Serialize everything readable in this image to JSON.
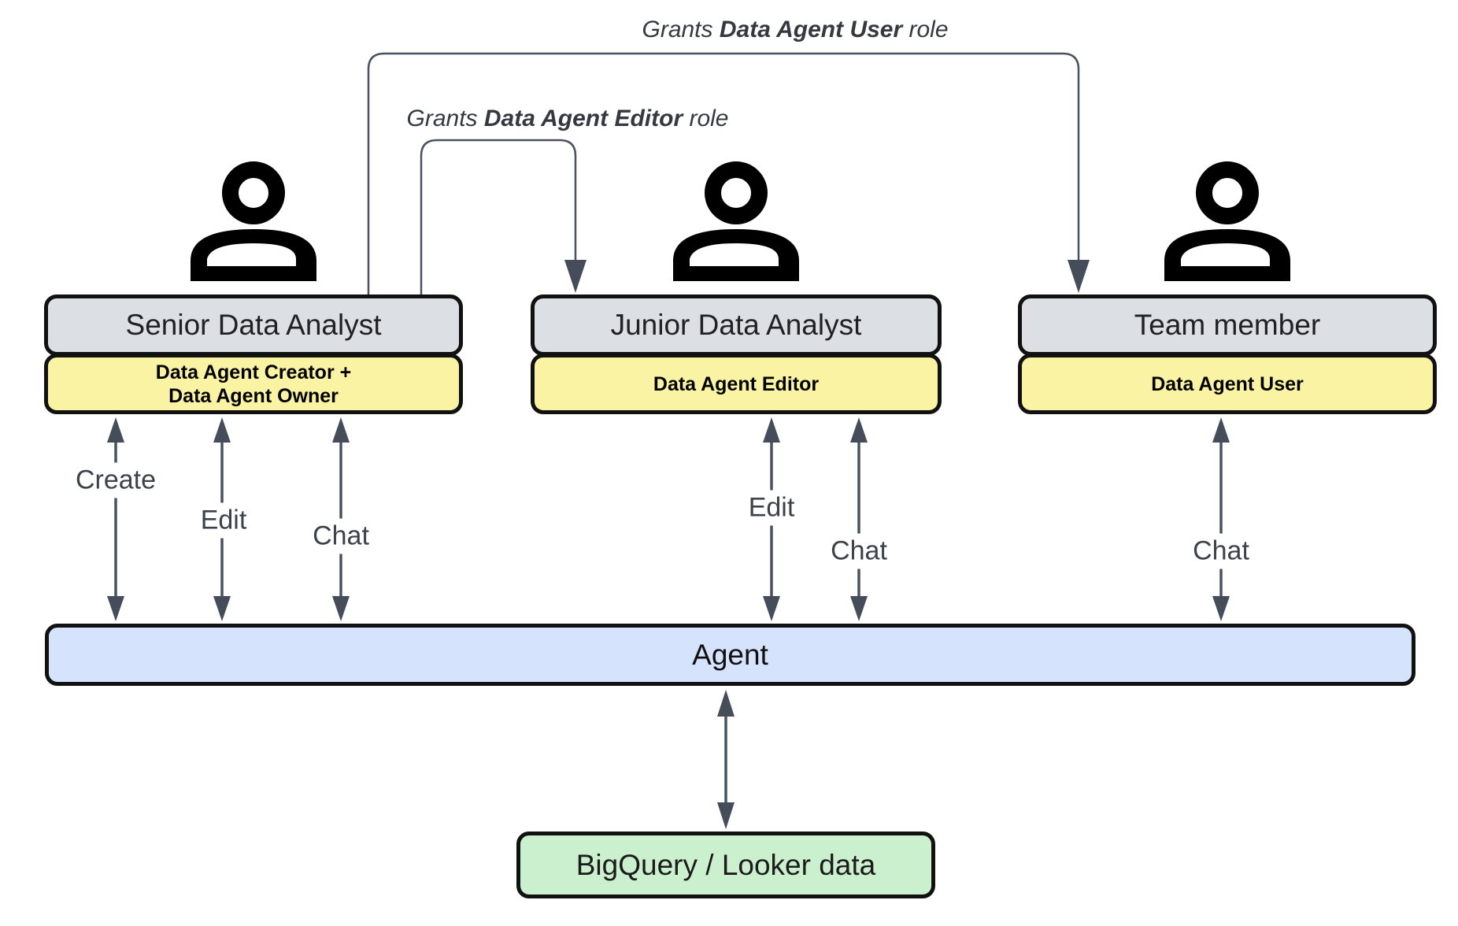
{
  "grants": [
    {
      "prefix": "Grants ",
      "role": "Data Agent User",
      "suffix": " role"
    },
    {
      "prefix": "Grants ",
      "role": "Data Agent Editor",
      "suffix": " role"
    }
  ],
  "actors": [
    {
      "icon": "person-icon",
      "title": "Senior Data Analyst",
      "role_line1": "Data Agent Creator +",
      "role_line2": "Data Agent Owner"
    },
    {
      "icon": "person-icon",
      "title": "Junior Data Analyst",
      "role_line1": "Data Agent Editor"
    },
    {
      "icon": "person-icon",
      "title": "Team member",
      "role_line1": "Data Agent User"
    }
  ],
  "connections": [
    {
      "label": "Create"
    },
    {
      "label": "Edit"
    },
    {
      "label": "Chat"
    },
    {
      "label": "Edit"
    },
    {
      "label": "Chat"
    },
    {
      "label": "Chat"
    }
  ],
  "agent": {
    "label": "Agent"
  },
  "datasource": {
    "label": "BigQuery / Looker data"
  },
  "colors": {
    "actor_title_fill": "#dcdfe3",
    "actor_role_fill": "#faf3a3",
    "agent_fill": "#d6e3fc",
    "datasource_fill": "#cbf0cd",
    "border": "#111111",
    "connector_line": "#4a5260",
    "arrowhead": "#454d5a",
    "verb_label_text": "#3d424a",
    "grant_label_text": "#35393f"
  }
}
